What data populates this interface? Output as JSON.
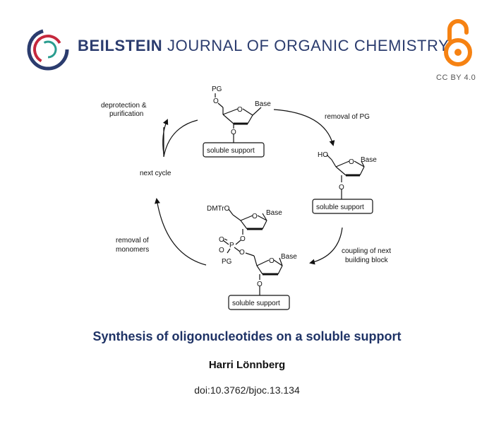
{
  "header": {
    "journal_bold": "BEILSTEIN",
    "journal_rest": " JOURNAL OF ORGANIC CHEMISTRY",
    "license": "CC BY 4.0"
  },
  "colors": {
    "logo_navy": "#2b3c6e",
    "logo_red": "#c5283d",
    "logo_teal": "#2a9d8f",
    "open_access": "#f68212",
    "title": "#1f3366"
  },
  "icons": [
    "beilstein-logo-icon",
    "open-access-icon"
  ],
  "scheme": {
    "labels": {
      "deprotection": [
        "deprotection &",
        "purification"
      ],
      "removal_pg": "removal of PG",
      "next_cycle": "next cycle",
      "coupling": [
        "coupling of next",
        "building block"
      ],
      "removal_monomers": [
        "removal of",
        "monomers"
      ]
    },
    "structures": {
      "pg": "PG",
      "o": "O",
      "base": "Base",
      "ho": "HO",
      "dmtro": "DMTrO",
      "p": "P",
      "soluble_support": "soluble support"
    }
  },
  "article": {
    "title": "Synthesis of oligonucleotides on a soluble support",
    "author": "Harri Lönnberg",
    "doi": "doi:10.3762/bjoc.13.134"
  }
}
